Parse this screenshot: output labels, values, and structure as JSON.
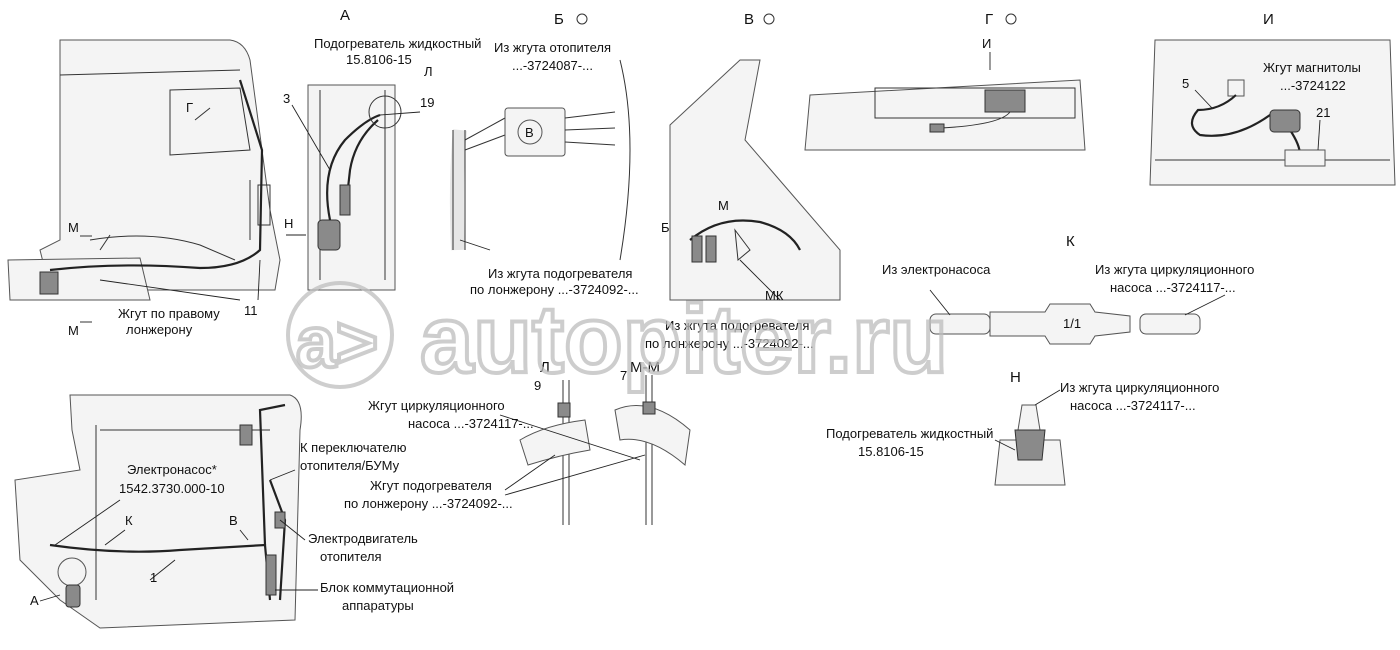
{
  "watermark": {
    "logo_glyph": "a>",
    "text": "autopiter.ru"
  },
  "views": {
    "A": "А",
    "B": "Б",
    "V": "В",
    "G": "Г",
    "I": "И",
    "K": "К",
    "N": "Н",
    "L": "Л",
    "MM": "М-М"
  },
  "left_top_view": {
    "view_arrow_G": "Г",
    "section_M_top": "М",
    "section_M_bottom": "М",
    "view_arrow_N": "Н",
    "item_11": "11",
    "harness_right_longeron": [
      "Жгут по правому",
      "лонжерону"
    ]
  },
  "view_A": {
    "heater_label": [
      "Подогреватель жидкостный",
      "15.8106-15"
    ],
    "item_3": "3",
    "item_19": "19",
    "detail_L": "Л"
  },
  "view_B": {
    "from_heater_harness": [
      "Из жгута отопителя",
      "...-3724087-..."
    ],
    "connector_letter": "В",
    "from_preheater_harness": [
      "Из жгута подогревателя",
      "по лонжерону ...-3724092-..."
    ]
  },
  "view_V": {
    "section_M": "М",
    "view_arrow_B": "Б",
    "mk_label": "МК",
    "from_preheater_harness": [
      "Из жгута подогревателя",
      "по лонжерону ...-3724092-..."
    ]
  },
  "view_G": {
    "view_arrow_I": "И"
  },
  "view_I": {
    "item_5": "5",
    "item_21": "21",
    "radio_harness": [
      "Жгут магнитолы",
      "...-3724122"
    ]
  },
  "view_K": {
    "from_pump": "Из электронасоса",
    "from_circulation_pump": [
      "Из жгута циркуляционного",
      "насоса ...-3724117-..."
    ],
    "connector_mark": "1/1"
  },
  "view_N": {
    "from_circulation_pump": [
      "Из жгута циркуляционного",
      "насоса ...-3724117-..."
    ],
    "heater_label": [
      "Подогреватель жидкостный",
      "15.8106-15"
    ]
  },
  "section_L_MM": {
    "item_9": "9",
    "item_7": "7",
    "circulation_harness": [
      "Жгут циркуляционного",
      "насоса ...-3724117-..."
    ],
    "preheater_harness": [
      "Жгут подогревателя",
      "по лонжерону ...-3724092-..."
    ]
  },
  "left_bottom_view": {
    "pump_label": [
      "Электронасос*",
      "1542.3730.000-10"
    ],
    "switch_label": [
      "К переключателю",
      "отопителя/БУМу"
    ],
    "view_arrow_K": "К",
    "view_arrow_V": "В",
    "motor_label": [
      "Электродвигатель",
      "отопителя"
    ],
    "block_label": [
      "Блок коммутационной",
      "аппаратуры"
    ],
    "item_1": "1",
    "view_arrow_A": "А"
  }
}
